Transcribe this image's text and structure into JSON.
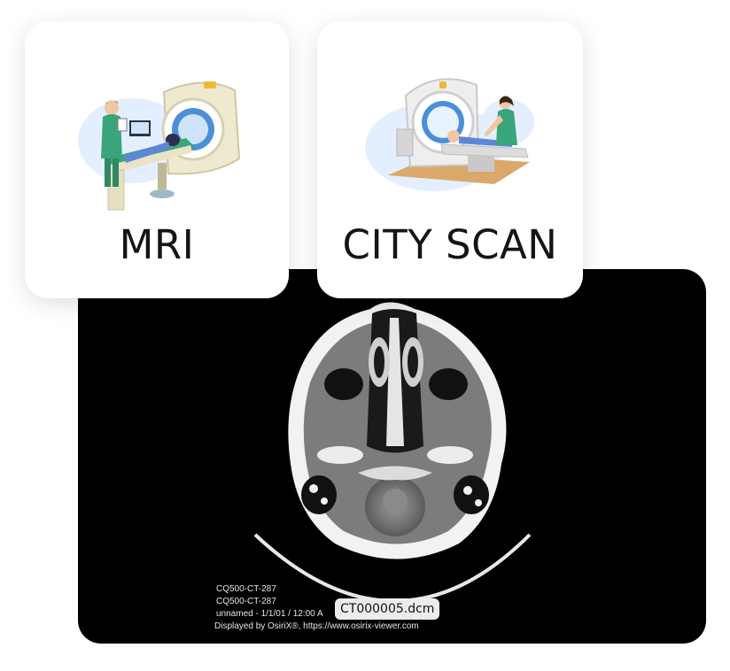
{
  "cards": [
    {
      "id": "mri",
      "label": "MRI",
      "icon": "mri-scanner-illustration"
    },
    {
      "id": "ct",
      "label": "CITY SCAN",
      "icon": "ct-scanner-illustration"
    }
  ],
  "viewer": {
    "overlay_lines": [
      "CQ500-CT-287",
      "CQ500-CT-287",
      "unnamed - 1/1/01 / 12:00 A",
      "Displayed by OsiriX®, https://www.osirix-viewer.com"
    ],
    "filename": "CT000005.dcm"
  },
  "colors": {
    "card_bg": "#ffffff",
    "viewer_bg": "#000000",
    "scrub_green": "#3aa57a",
    "machine_cream": "#efe9d0",
    "machine_blue": "#4a8fd8"
  }
}
